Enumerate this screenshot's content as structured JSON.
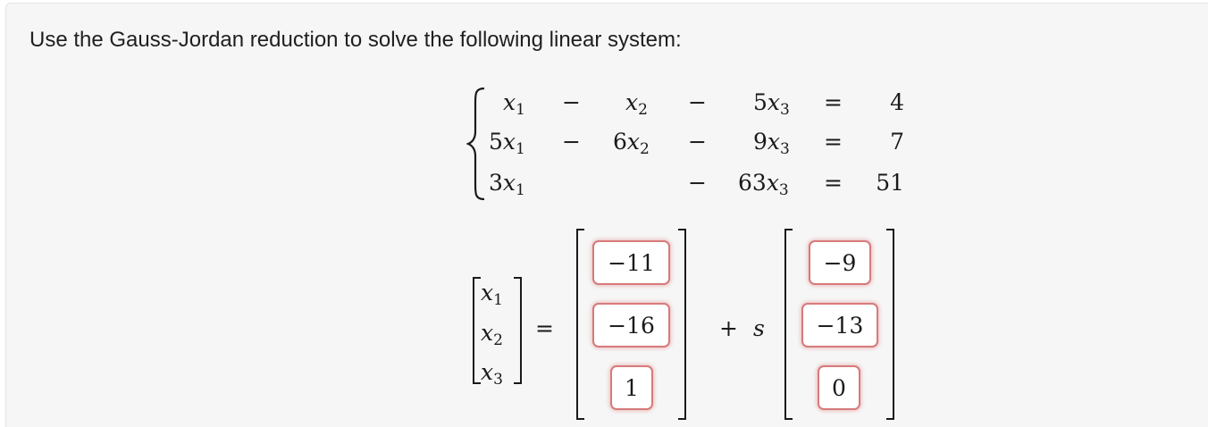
{
  "prompt": "Use the Gauss-Jordan reduction to solve the following linear system:",
  "system": {
    "row1": {
      "c1": "x",
      "s1": "1",
      "op1": "−",
      "c2": "x",
      "s2": "2",
      "op2": "−",
      "k3": "5",
      "c3": "x",
      "s3": "3",
      "eq": "=",
      "rhs": "4"
    },
    "row2": {
      "k1": "5",
      "c1": "x",
      "s1": "1",
      "op1": "−",
      "k2": "6",
      "c2": "x",
      "s2": "2",
      "op2": "−",
      "k3": "9",
      "c3": "x",
      "s3": "3",
      "eq": "=",
      "rhs": "7"
    },
    "row3": {
      "k1": "3",
      "c1": "x",
      "s1": "1",
      "op2": "−",
      "k3": "63",
      "c3": "x",
      "s3": "3",
      "eq": "=",
      "rhs": "51"
    }
  },
  "solution": {
    "vars": [
      {
        "name": "x",
        "sub": "1"
      },
      {
        "name": "x",
        "sub": "2"
      },
      {
        "name": "x",
        "sub": "3"
      }
    ],
    "eq": "=",
    "plus": "+",
    "param": "s",
    "particular": [
      "−11",
      "−16",
      "1"
    ],
    "direction": [
      "−9",
      "−13",
      "0"
    ]
  },
  "colors": {
    "input_border": "#d77a7a",
    "panel_background": "#f6f6f6"
  }
}
